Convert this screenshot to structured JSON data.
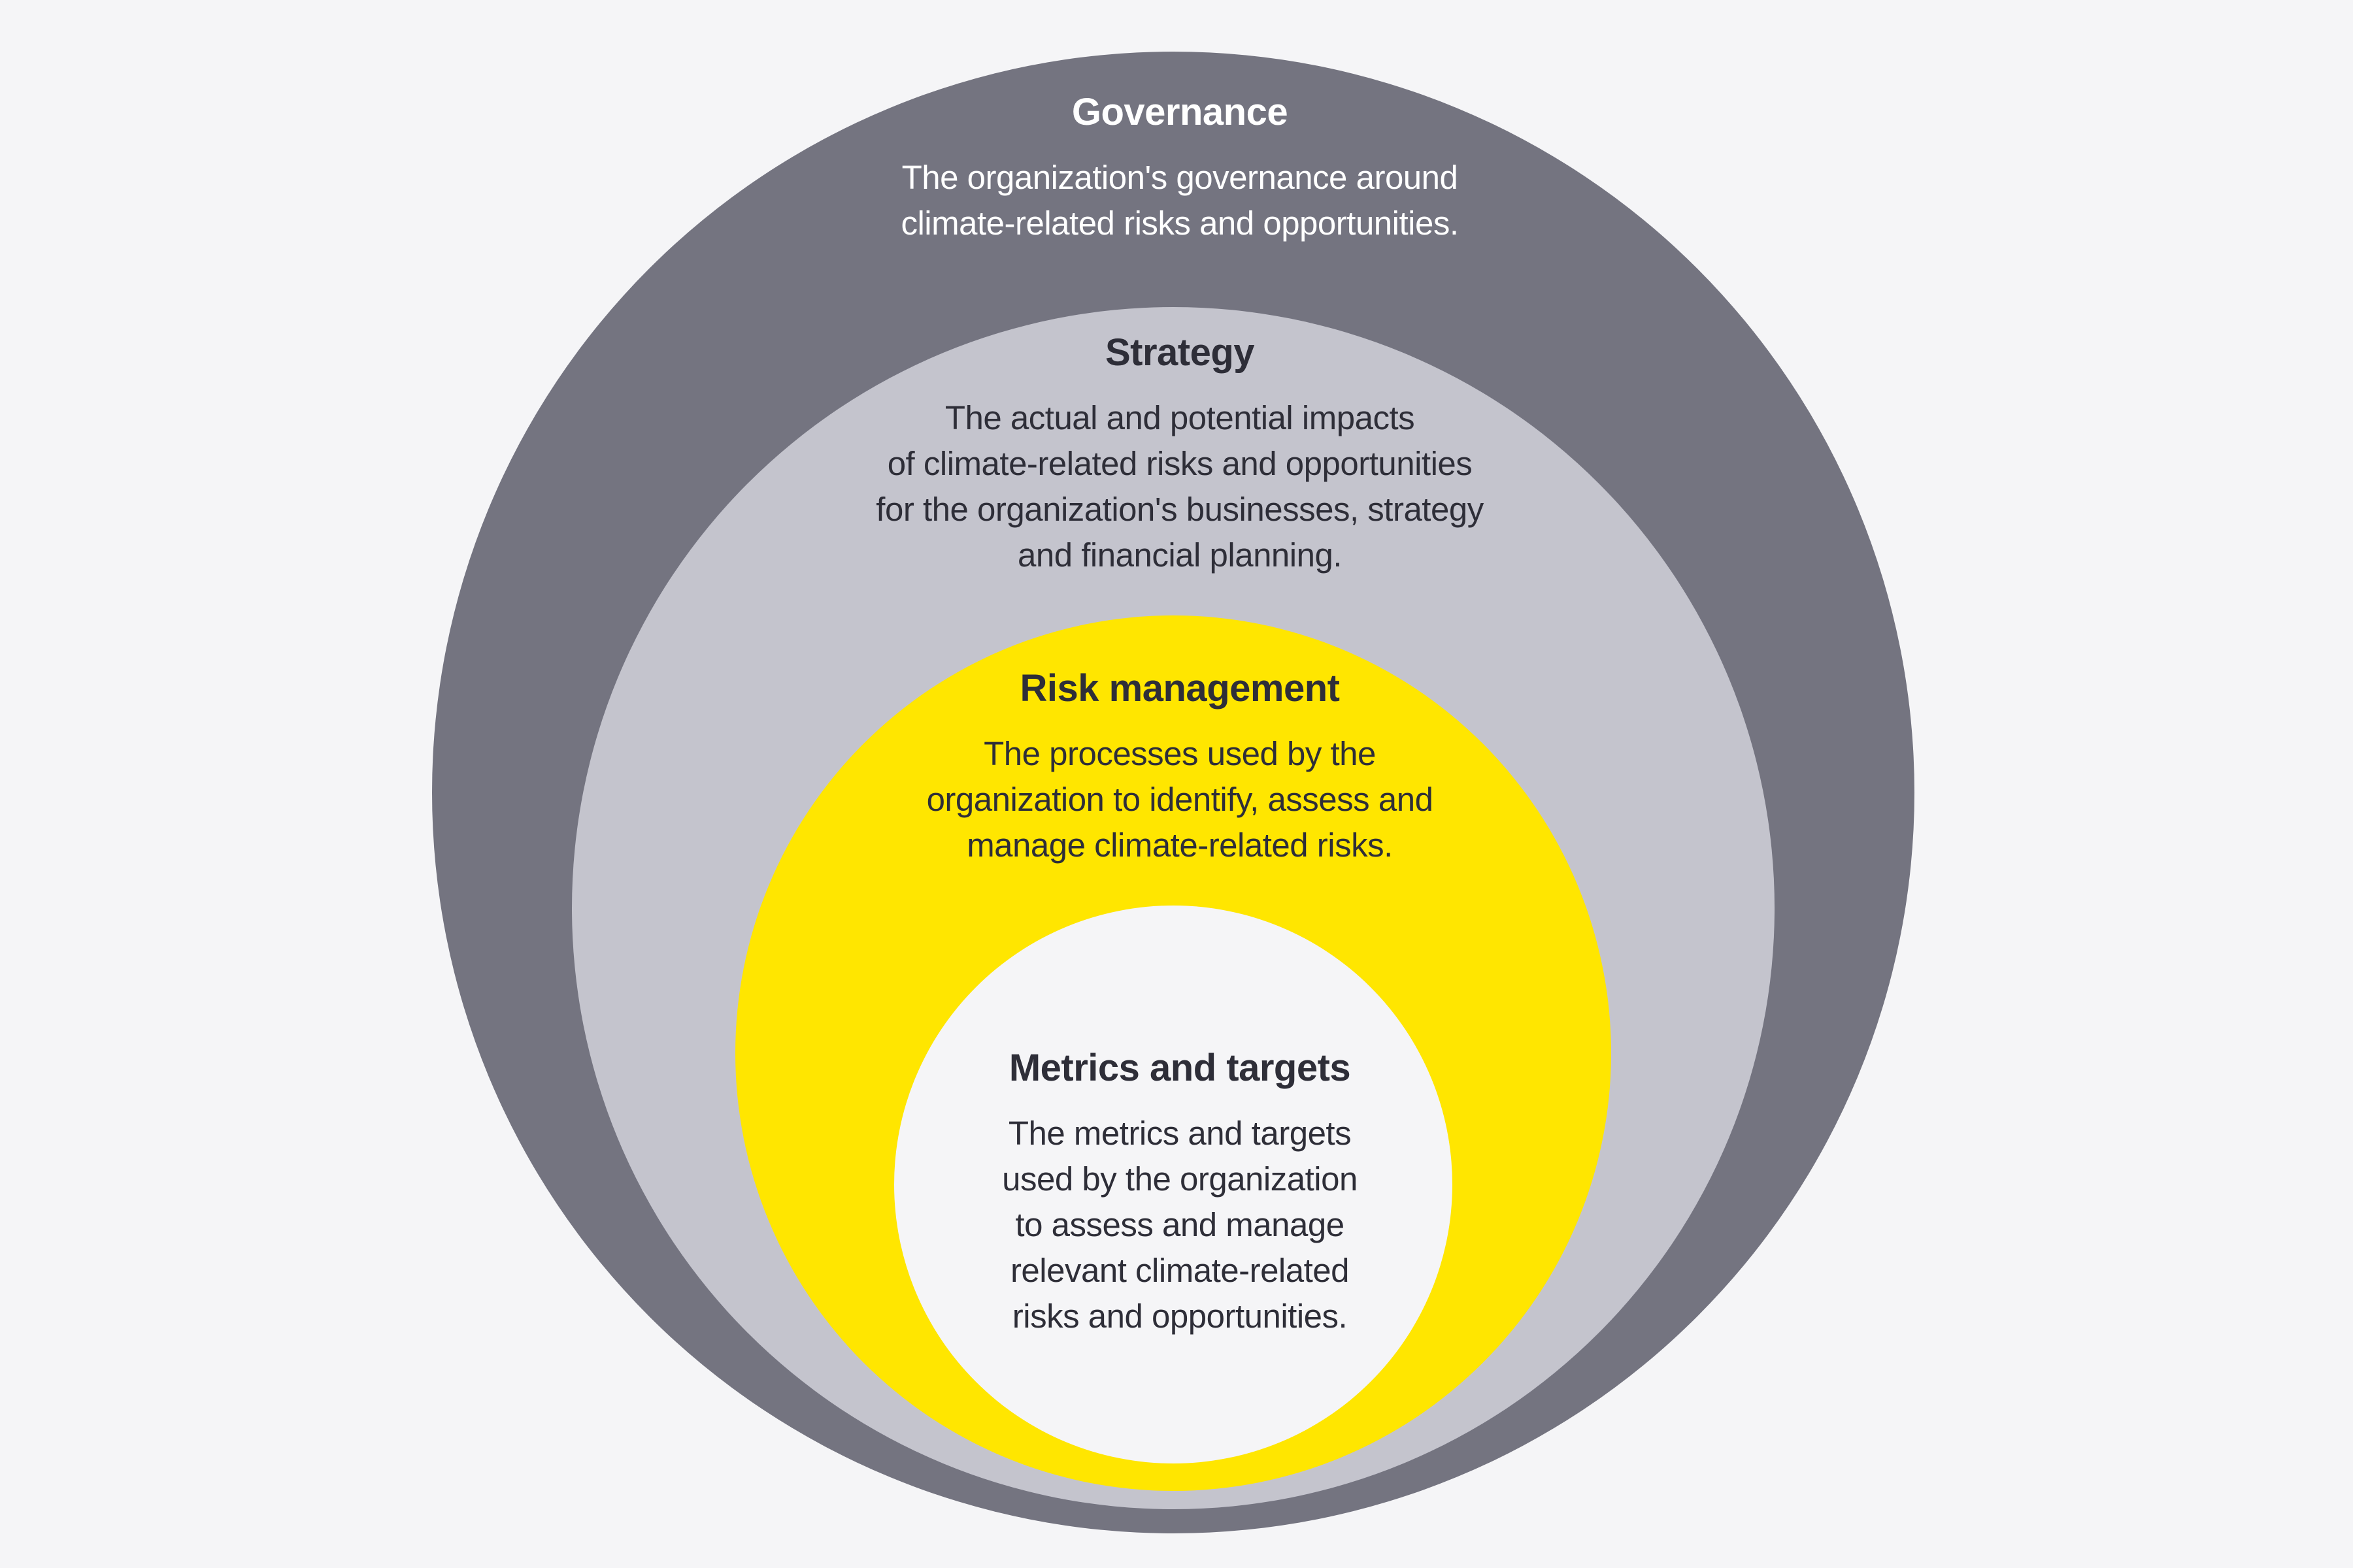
{
  "page": {
    "background_color": "#F5F5F7"
  },
  "diagram": {
    "type": "nested-circles",
    "sections": [
      {
        "id": "governance",
        "title": "Governance",
        "description": "The organization's governance around\nclimate-related risks and opportunities.",
        "circle_color": "#747480",
        "text_color": "#FFFFFF"
      },
      {
        "id": "strategy",
        "title": "Strategy",
        "description": "The actual and potential impacts\nof climate-related risks and opportunities\nfor the organization's businesses, strategy\nand financial planning.",
        "circle_color": "#C4C4CD",
        "text_color": "#2E2E38"
      },
      {
        "id": "risk-management",
        "title": "Risk management",
        "description": "The processes used by the\norganization to identify, assess and\nmanage climate-related risks.",
        "circle_color": "#FFE600",
        "text_color": "#2E2E38"
      },
      {
        "id": "metrics-and-targets",
        "title": "Metrics and targets",
        "description": "The metrics and targets\nused by the organization\nto assess and manage\nrelevant climate-related\nrisks and opportunities.",
        "circle_color": "#F5F5F7",
        "text_color": "#2E2E38"
      }
    ]
  }
}
